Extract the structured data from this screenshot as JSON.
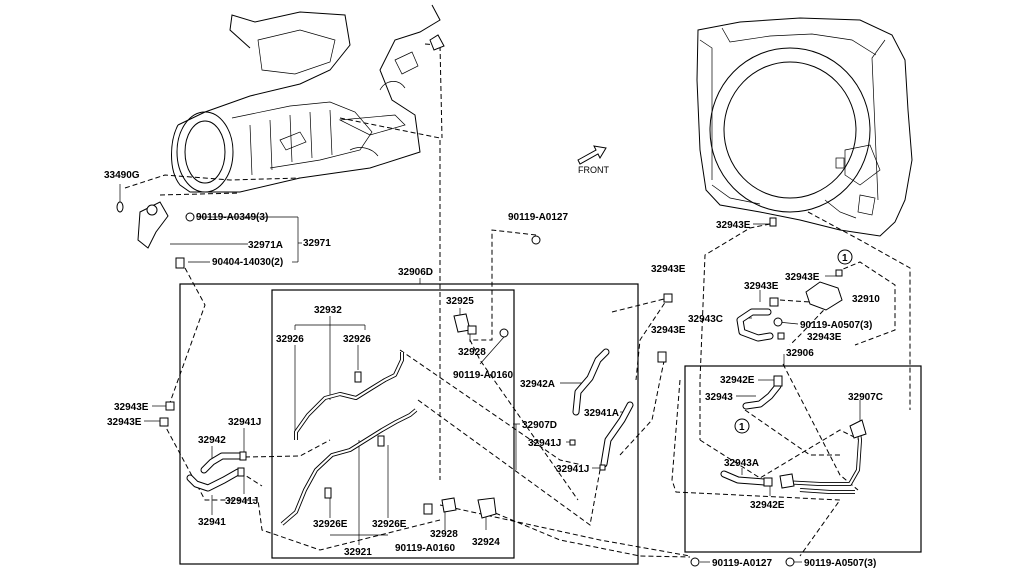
{
  "front_label": "FRONT",
  "labels": {
    "p33490G": "33490G",
    "p90119A0349": "90119-A0349(3)",
    "p32971A": "32971A",
    "p32971": "32971",
    "p90404": "90404-14030(2)",
    "p32906D": "32906D",
    "p32932": "32932",
    "p32926a": "32926",
    "p32926b": "32926",
    "p32925": "32925",
    "p32928a": "32928",
    "p90119A0160a": "90119-A0160",
    "p90119A0127a": "90119-A0127",
    "p32942A": "32942A",
    "p32907D": "32907D",
    "p32941Ja": "32941J",
    "p32941A": "32941A",
    "p32941Jb": "32941J",
    "p32943Ea": "32943E",
    "p32943Eb": "32943E",
    "p32941Jc": "32941J",
    "p32942": "32942",
    "p32941Jd": "32941J",
    "p32941": "32941",
    "p32926Ea": "32926E",
    "p32926Eb": "32926E",
    "p32921": "32921",
    "p32928b": "32928",
    "p90119A0160b": "90119-A0160",
    "p32924": "32924",
    "p32943Ec": "32943E",
    "p32943Ed": "32943E",
    "p32943Ee": "32943E",
    "p32943Ef": "32943E",
    "p32943Eg": "32943E",
    "p32943C": "32943C",
    "p32910": "32910",
    "p90119A0507a": "90119-A0507(3)",
    "p32943Eh": "32943E",
    "p32906": "32906",
    "p32942Ea": "32942E",
    "p32943": "32943",
    "p32907C": "32907C",
    "p32943A": "32943A",
    "p32942Eb": "32942E",
    "p90119A0127b": "90119-A0127",
    "p90119A0507b": "90119-A0507(3)",
    "ref1a": "1",
    "ref1b": "1"
  }
}
